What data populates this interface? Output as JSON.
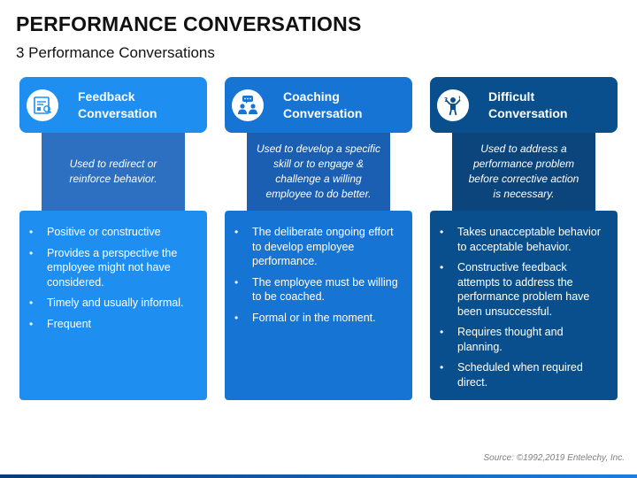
{
  "title": "PERFORMANCE CONVERSATIONS",
  "subtitle": "3 Performance Conversations",
  "columns": [
    {
      "heading": "Feedback\nConversation",
      "icon": "feedback-report-icon",
      "description": "Used to redirect or\nreinforce behavior.",
      "bullets": [
        "Positive or constructive",
        "Provides a perspective the employee might not have considered.",
        "Timely and usually informal.",
        "Frequent"
      ]
    },
    {
      "heading": "Coaching\nConversation",
      "icon": "coaching-meeting-icon",
      "description": "Used to develop a specific\nskill or to engage &\nchallenge a willing\nemployee to do better.",
      "bullets": [
        "The deliberate ongoing effort to develop employee performance.",
        "The employee must be willing to be coached.",
        "Formal or in the moment."
      ]
    },
    {
      "heading": "Difficult\nConversation",
      "icon": "frustrated-person-icon",
      "description": "Used to address a\nperformance problem\nbefore corrective action\nis necessary.",
      "bullets": [
        "Takes unacceptable behavior to acceptable behavior.",
        "Constructive feedback attempts to address the performance problem have been unsuccessful.",
        "Requires thought and planning.",
        "Scheduled when required direct."
      ]
    }
  ],
  "source": "Source: ©1992,2019 Entelechy, Inc.",
  "colors": {
    "column1": "#1e8ff0",
    "column2": "#1674d5",
    "column3": "#0a4f8d"
  }
}
